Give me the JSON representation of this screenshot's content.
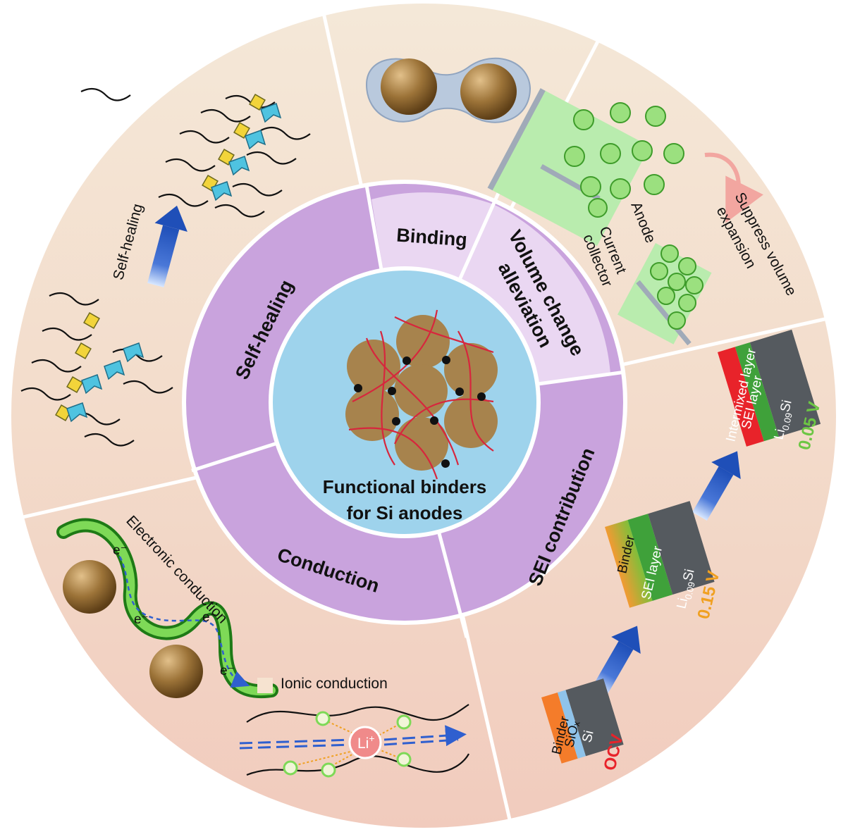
{
  "center": {
    "line1": "Functional binders",
    "line2": "for Si anodes"
  },
  "ring": {
    "self_healing": "Self-healing",
    "binding": "Binding",
    "volume_line1": "Volume change",
    "volume_line2": "alleviation",
    "sei": "SEI contribution",
    "conduction": "Conduction"
  },
  "self_healing_panel": {
    "arrow_label": "Self-healing"
  },
  "volume_panel": {
    "anode": "Anode",
    "current_line1": "Current",
    "current_line2": "collector",
    "suppress_line1": "Suppress volume",
    "suppress_line2": "expansion"
  },
  "conduction_panel": {
    "electronic": "Electronic conduction",
    "ionic": "Ionic conduction",
    "electron": "e⁻",
    "li_main": "Li",
    "li_sup": "+"
  },
  "sei_panel": {
    "stage1": {
      "binder": "Binder",
      "siox": "SiOₓ",
      "si": "Si",
      "voltage": "OCV"
    },
    "stage2": {
      "binder": "Binder",
      "sei": "SEI layer",
      "li_main": "Li",
      "li_sub": "0.09",
      "li_si": "Si",
      "voltage": "0.15 V"
    },
    "stage3": {
      "intermixed": "Intermixed layer",
      "sei": "SEI layer",
      "li_main": "Li",
      "li_sub": "0.09",
      "li_si": "Si",
      "voltage": "0.05 V"
    }
  },
  "colors": {
    "outer_top": "#f4e6d6",
    "outer_bottom": "#f3d3c4",
    "ring_purple": "#c9a3dd",
    "ring_light": "#ead7f2",
    "center_blue": "#9ed3ec",
    "particle": "#a7834d",
    "polymer": "#d7263d",
    "ocv_red": "#e8232a",
    "v015_orange": "#f0a020",
    "v005_green": "#6cc644"
  }
}
